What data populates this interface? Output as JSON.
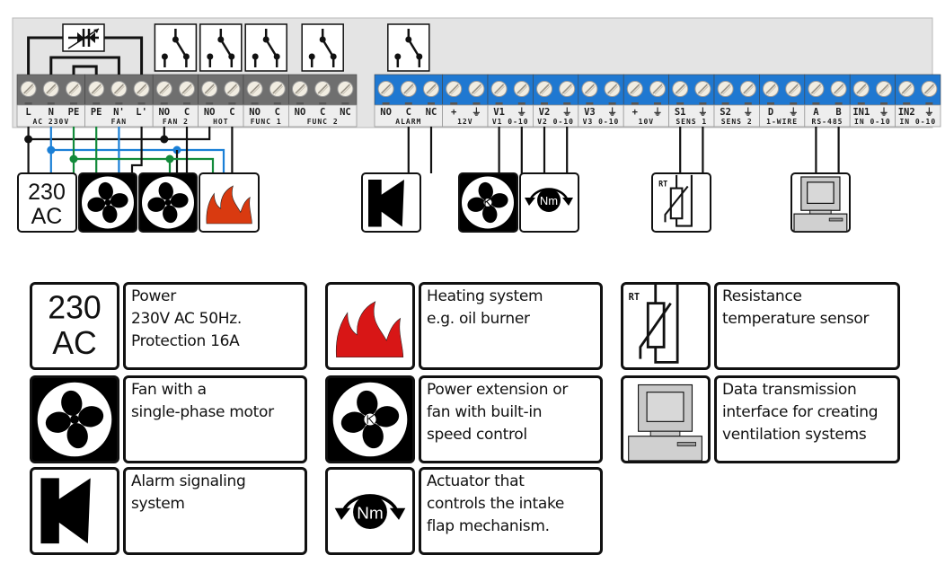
{
  "board": {
    "colors": {
      "panel": "#e6e6e6",
      "gray_block": "#6f6f6f",
      "blue_block": "#1f78d1",
      "wire_black": "#111111",
      "wire_blue": "#1a7fd6",
      "wire_green": "#128a3a",
      "flame_small": "#d93a10",
      "flame_large": "#d81616"
    },
    "groups": [
      {
        "id": "ac230v",
        "name": "AC 230V",
        "pins": [
          "L",
          "N",
          "PE"
        ],
        "block": "gray"
      },
      {
        "id": "fan",
        "name": "FAN",
        "pins": [
          "PE",
          "N'",
          "L'"
        ],
        "block": "gray"
      },
      {
        "id": "fan2",
        "name": "FAN 2",
        "pins": [
          "NO",
          "C"
        ],
        "block": "gray"
      },
      {
        "id": "hot",
        "name": "HOT",
        "pins": [
          "NO",
          "C"
        ],
        "block": "gray"
      },
      {
        "id": "func1",
        "name": "FUNC 1",
        "pins": [
          "NO",
          "C"
        ],
        "block": "gray"
      },
      {
        "id": "func2",
        "name": "FUNC 2",
        "pins": [
          "NO",
          "C",
          "NC"
        ],
        "block": "gray"
      },
      {
        "id": "alarm",
        "name": "ALARM",
        "pins": [
          "NO",
          "C",
          "NC"
        ],
        "block": "blue"
      },
      {
        "id": "12v",
        "name": "12V",
        "pins": [
          "+",
          "⏚"
        ],
        "block": "blue"
      },
      {
        "id": "v1",
        "name": "V1 0-10",
        "pins": [
          "V1",
          "⏚"
        ],
        "block": "blue"
      },
      {
        "id": "v2",
        "name": "V2 0-10",
        "pins": [
          "V2",
          "⏚"
        ],
        "block": "blue"
      },
      {
        "id": "v3",
        "name": "V3 0-10",
        "pins": [
          "V3",
          "⏚"
        ],
        "block": "blue"
      },
      {
        "id": "10v",
        "name": "10V",
        "pins": [
          "+",
          "⏚"
        ],
        "block": "blue"
      },
      {
        "id": "sens1",
        "name": "SENS 1",
        "pins": [
          "S1",
          "⏚"
        ],
        "block": "blue"
      },
      {
        "id": "sens2",
        "name": "SENS 2",
        "pins": [
          "S2",
          "⏚"
        ],
        "block": "blue"
      },
      {
        "id": "onewire",
        "name": "1-WIRE",
        "pins": [
          "D",
          "⏚"
        ],
        "block": "blue"
      },
      {
        "id": "rs485",
        "name": "RS-485",
        "pins": [
          "A",
          "B"
        ],
        "block": "blue"
      },
      {
        "id": "in1",
        "name": "IN 0-10",
        "pins": [
          "IN1",
          "⏚"
        ],
        "block": "blue"
      },
      {
        "id": "in2",
        "name": "IN 0-10",
        "pins": [
          "IN2",
          "⏚"
        ],
        "block": "blue"
      }
    ],
    "relay_symbols": [
      "fan2",
      "hot",
      "func1",
      "func2",
      "alarm"
    ],
    "regulator_symbol": "triac-regulator",
    "devices": [
      {
        "id": "power",
        "icon": "230 AC",
        "lines": [
          "230",
          "AC"
        ]
      },
      {
        "id": "fan1",
        "icon": "fan-icon"
      },
      {
        "id": "fan2",
        "icon": "fan-icon"
      },
      {
        "id": "heater",
        "icon": "flame-icon"
      },
      {
        "id": "alarm",
        "icon": "horn-icon"
      },
      {
        "id": "speedfan",
        "icon": "fan-speed-control-icon"
      },
      {
        "id": "actuator",
        "icon": "actuator-icon",
        "label": "Nm"
      },
      {
        "id": "sensor",
        "icon": "rt-sensor-icon",
        "label": "RT"
      },
      {
        "id": "computer",
        "icon": "computer-icon"
      }
    ]
  },
  "legend": [
    {
      "id": "power",
      "icon": "power-230ac-icon",
      "icon_text": [
        "230",
        "AC"
      ],
      "lines": [
        "Power",
        "230V AC 50Hz.",
        "Protection 16A"
      ]
    },
    {
      "id": "heating",
      "icon": "flame-icon",
      "lines": [
        "Heating system",
        "e.g. oil burner"
      ]
    },
    {
      "id": "sensor",
      "icon": "rt-sensor-icon",
      "icon_text": [
        "RT"
      ],
      "lines": [
        "Resistance",
        "temperature sensor"
      ]
    },
    {
      "id": "fan",
      "icon": "fan-icon",
      "lines": [
        "Fan with a",
        "single-phase motor"
      ]
    },
    {
      "id": "speedfan",
      "icon": "fan-speed-control-icon",
      "lines": [
        "Power extension or",
        "fan with built-in",
        "speed control"
      ]
    },
    {
      "id": "data",
      "icon": "computer-icon",
      "lines": [
        "Data transmission",
        "interface for creating",
        "ventilation systems"
      ]
    },
    {
      "id": "alarm",
      "icon": "horn-icon",
      "lines": [
        "Alarm signaling",
        "system"
      ]
    },
    {
      "id": "actuator",
      "icon": "actuator-icon",
      "icon_text": [
        "Nm"
      ],
      "lines": [
        "Actuator that",
        "controls the intake",
        "flap mechanism."
      ]
    }
  ]
}
